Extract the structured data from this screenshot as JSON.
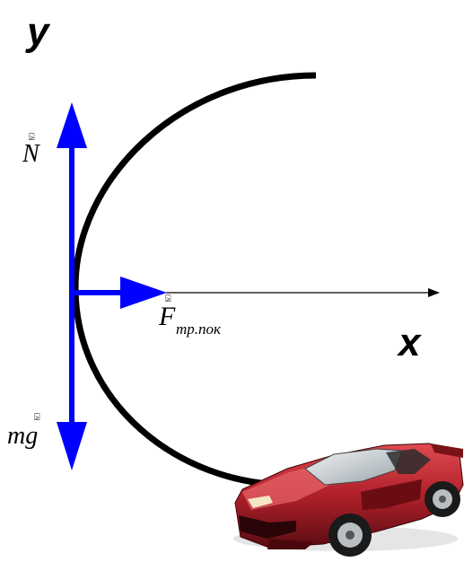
{
  "axes": {
    "x_label": "x",
    "y_label": "y"
  },
  "forces": {
    "normal": {
      "symbol": "N",
      "arrow_mark": "⍄"
    },
    "gravity": {
      "symbol": "mg",
      "arrow_mark": "⍄"
    },
    "friction": {
      "symbol": "F",
      "subscript": "тр.пок",
      "arrow_mark": "⍄"
    }
  },
  "colors": {
    "force_vector": "#0000ff",
    "trajectory": "#000000",
    "axis": "#000000",
    "car_body": "#b0202a"
  },
  "image": {
    "car": "red-sports-car"
  }
}
